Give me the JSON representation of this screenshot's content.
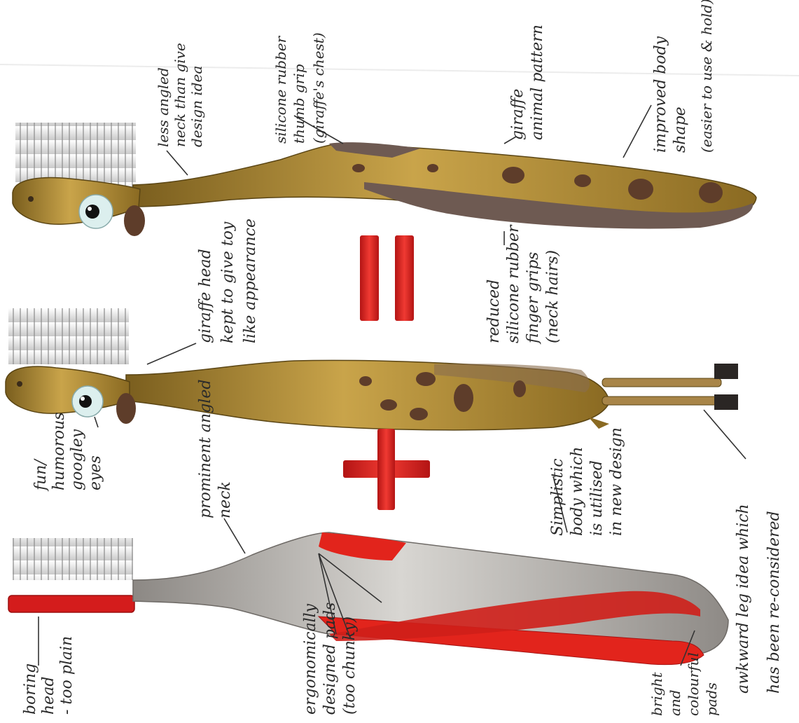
{
  "colors": {
    "accent_red": "#e02020",
    "plain_grey": "#bdbab6",
    "giraffe_tan": "#b08a30",
    "giraffe_spot": "#5e3d2a",
    "rubber_brown": "#6e5a52",
    "bristle": "#e9e9e9"
  },
  "symbols": {
    "plus": "plus-symbol",
    "equals": "equals-symbol"
  },
  "annotations": {
    "boring_head": [
      "boring",
      "head",
      "- too plain"
    ],
    "ergonomic_pads": [
      "ergonomically",
      "designed pads",
      "(too chunky)"
    ],
    "bright_pads": [
      "bright",
      "and",
      "colourful",
      "pads"
    ],
    "prominent_neck": [
      "prominent angled",
      "neck"
    ],
    "simplistic_body": [
      "Simplistic",
      "body which",
      "is utilised",
      "in new design"
    ],
    "googley_eyes": [
      "fun/",
      "humorous",
      "googley",
      "eyes"
    ],
    "giraffe_head": [
      "giraffe head",
      "kept to give toy",
      "like appearance"
    ],
    "awkward_leg": [
      "awkward leg idea which",
      "has been re-considered"
    ],
    "reduced_grips": [
      "reduced",
      "silicone rubber",
      "finger grips",
      "(neck hairs)"
    ],
    "less_angled_neck": [
      "less angled",
      "neck than give",
      "design idea"
    ],
    "thumb_grip": [
      "silicone rubber",
      "thumb grip",
      "(giraffe's chest)"
    ],
    "giraffe_pattern": [
      "giraffe",
      "animal pattern"
    ],
    "improved_shape": [
      "improved body",
      "shape",
      "(easier to use & hold)"
    ]
  }
}
